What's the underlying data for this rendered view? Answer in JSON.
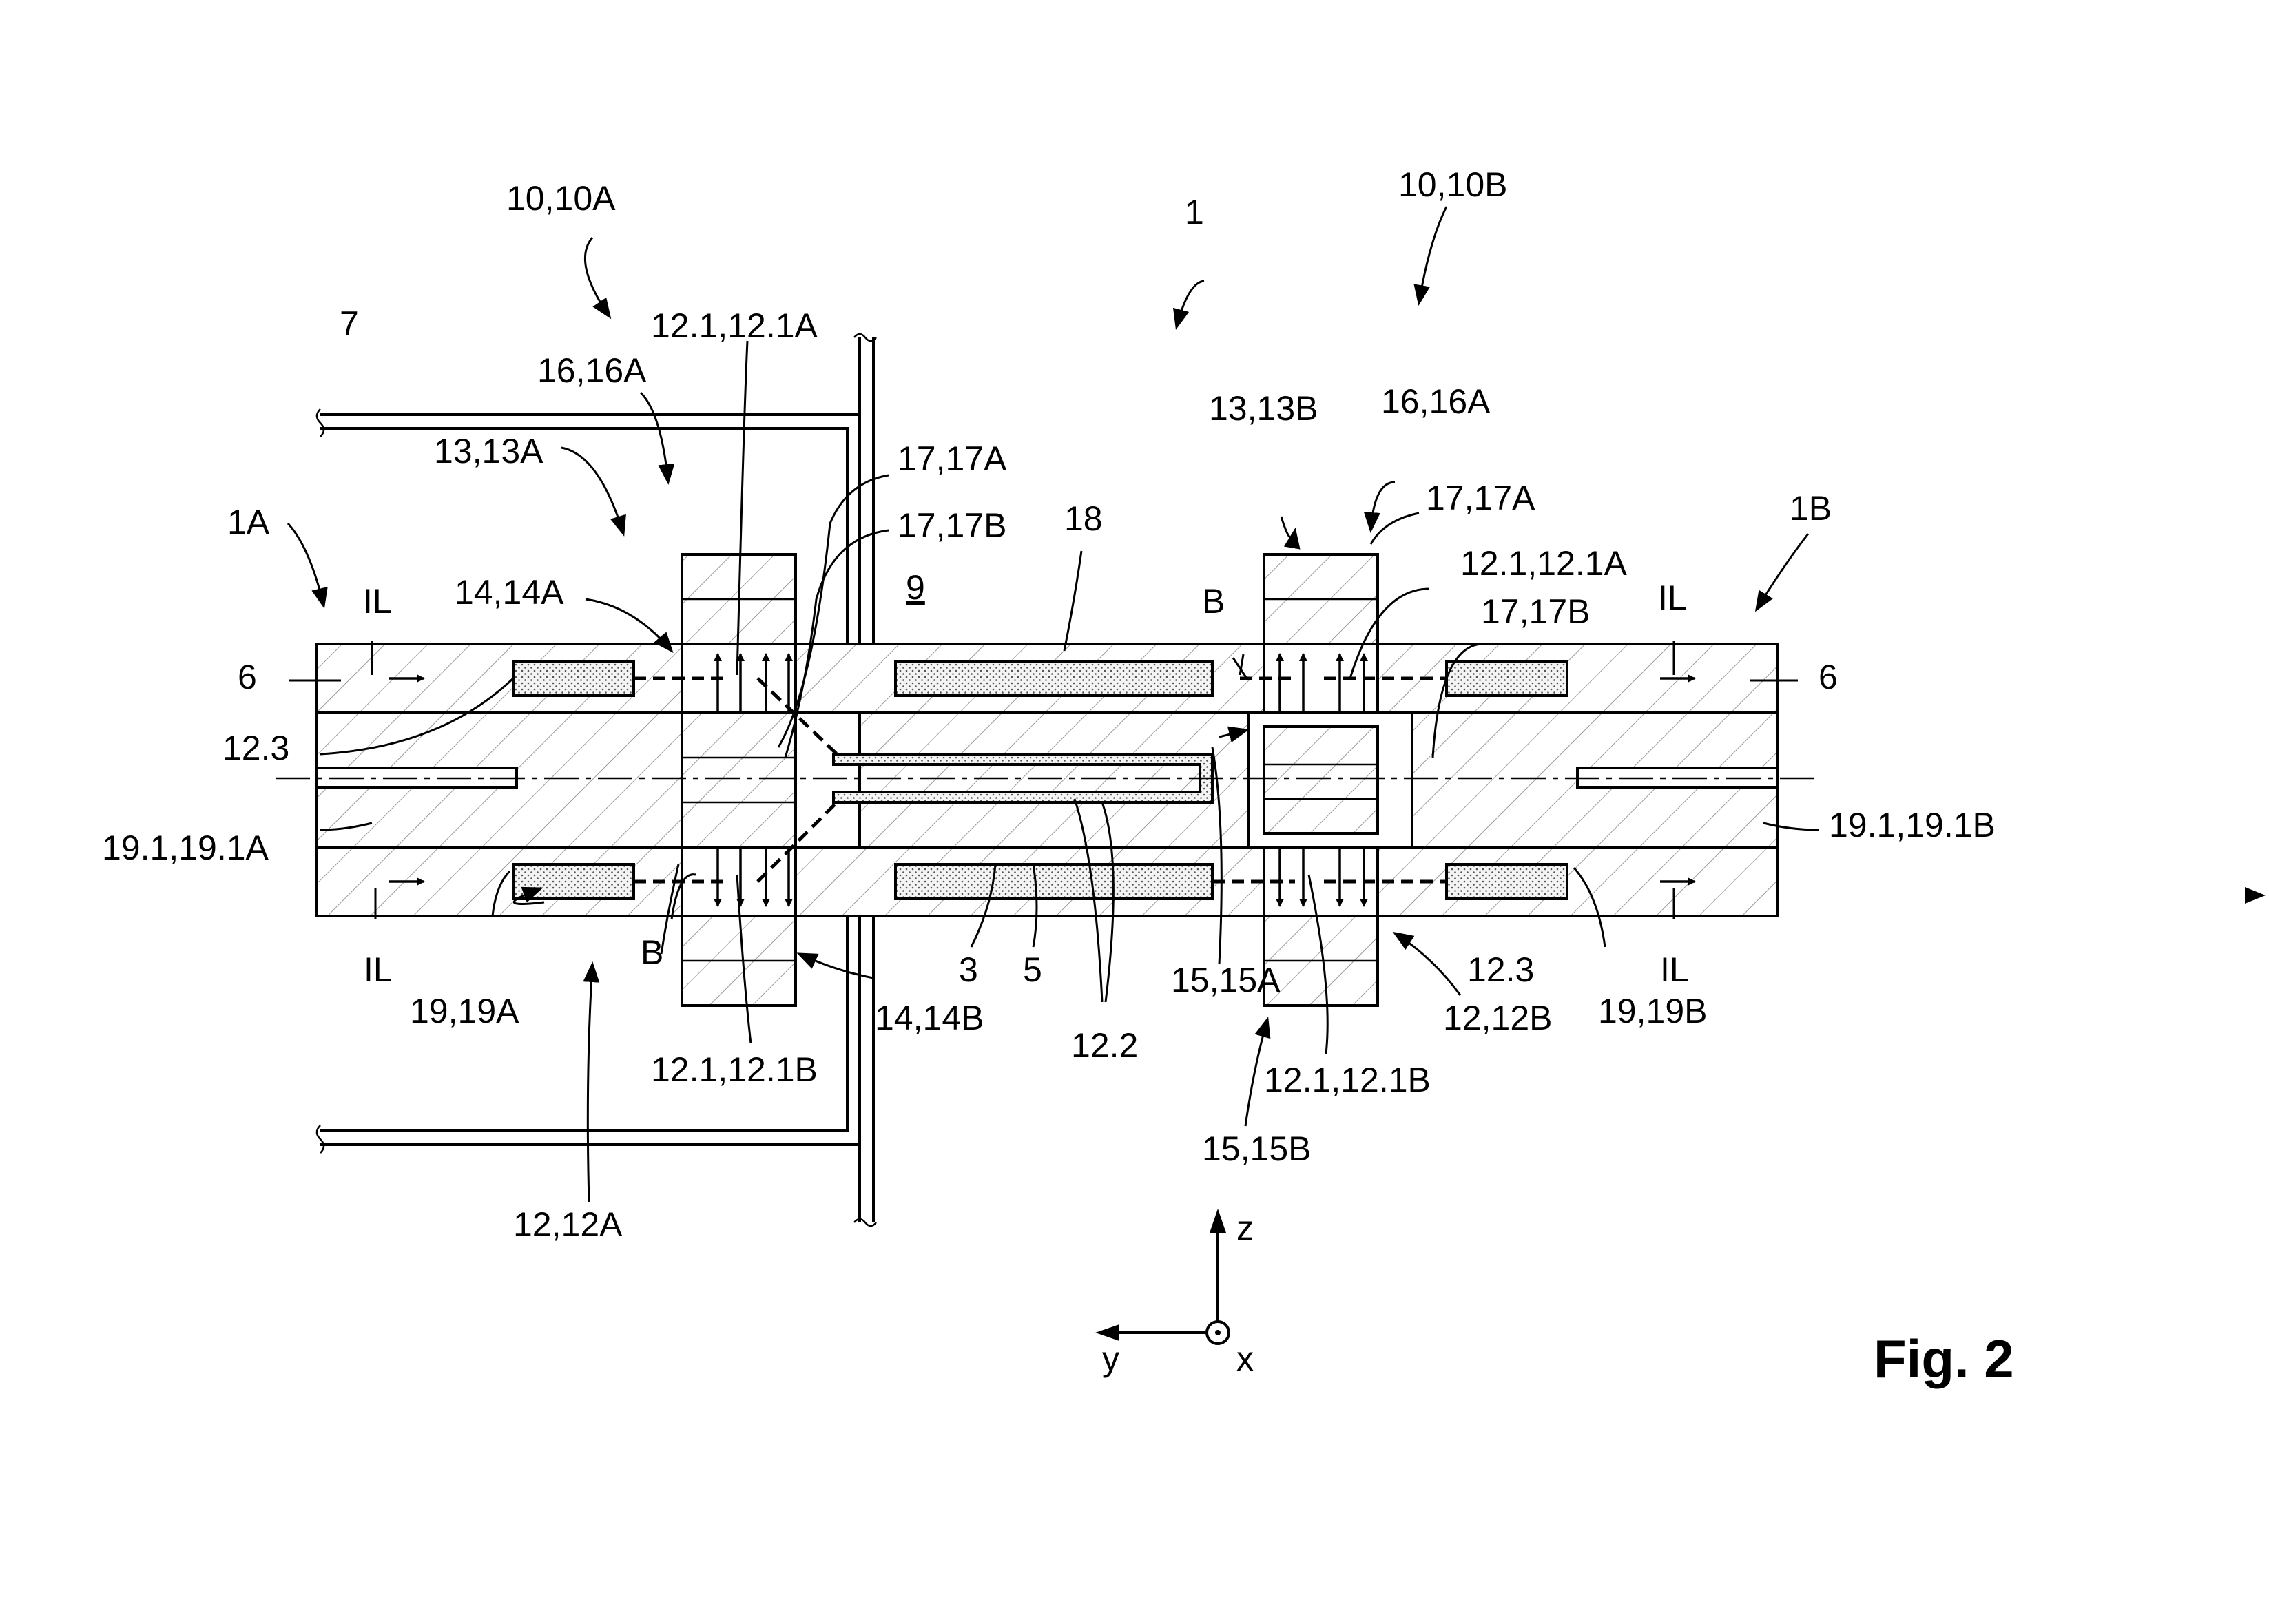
{
  "figure_label": "Fig. 2",
  "labels": {
    "assembly": "1",
    "side_a": "1A",
    "side_b": "1B",
    "wall": "7",
    "space": "9",
    "item_18": "18",
    "item_3": "3",
    "item_5": "5",
    "item_12_2": "12.2",
    "rotor_a": "10,10A",
    "rotor_b": "10,10B",
    "ref_16a_left": "16,16A",
    "ref_16a_right": "16,16A",
    "ref_13a": "13,13A",
    "ref_13b": "13,13B",
    "ref_12_1a_left": "12.1,12.1A",
    "ref_12_1a_right": "12.1,12.1A",
    "ref_17a_left": "17,17A",
    "ref_17a_right": "17,17A",
    "ref_17b_left": "17,17B",
    "ref_17b_right": "17,17B",
    "ref_14a": "14,14A",
    "ref_14b": "14,14B",
    "ref_6_left": "6",
    "ref_6_right": "6",
    "ref_12_3_left": "12.3",
    "ref_12_3_right": "12.3",
    "ref_19_1a": "19.1,19.1A",
    "ref_19_1b": "19.1,19.1B",
    "ref_19a": "19,19A",
    "ref_19b": "19,19B",
    "ref_12_1b_left": "12.1,12.1B",
    "ref_12_1b_right": "12.1,12.1B",
    "ref_12a": "12,12A",
    "ref_12b": "12,12B",
    "ref_15a": "15,15A",
    "ref_15b": "15,15B",
    "il_top_left": "IL",
    "il_bottom_left": "IL",
    "il_top_right": "IL",
    "il_bottom_right": "IL",
    "b_left": "B",
    "b_right": "B"
  },
  "axes": {
    "z": "z",
    "y": "y",
    "x": "x"
  }
}
